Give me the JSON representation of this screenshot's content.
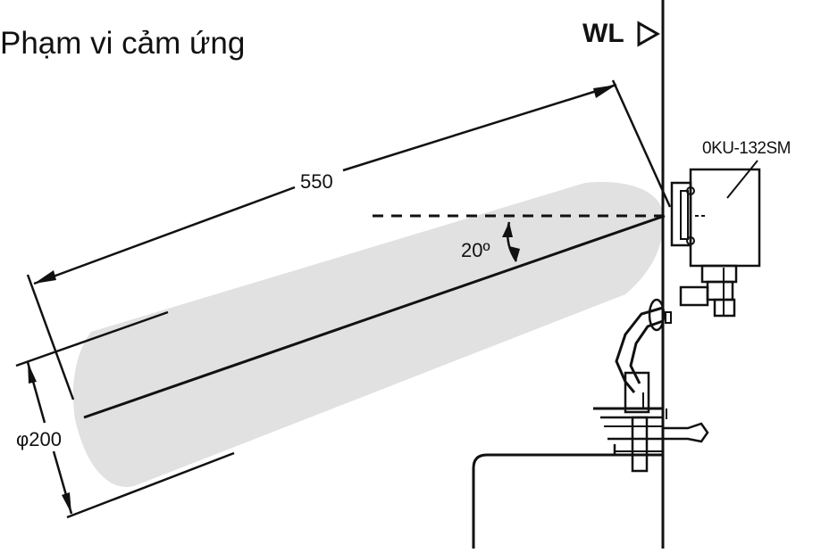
{
  "title": "Phạm vi cảm ứng",
  "water_level_label": "WL",
  "model_label": "0KU-132SM",
  "length_label": "550",
  "angle_label": "20º",
  "diameter_label": "φ200",
  "colors": {
    "line": "#111111",
    "zone_fill": "#e1e1e1",
    "background": "#ffffff"
  }
}
